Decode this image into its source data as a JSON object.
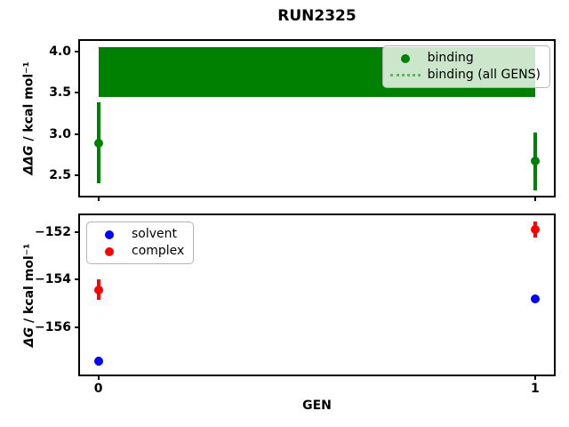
{
  "title": "RUN2325",
  "xlabel": "GEN",
  "chart_data": [
    {
      "type": "scatter",
      "panel": "binding",
      "ylabel": "ΔΔG / kcal mol⁻¹",
      "ylabel_math": "ΔΔG",
      "ylabel_rest": " / kcal mol⁻¹",
      "xlim": [
        -0.042,
        1.043
      ],
      "ylim": [
        2.25,
        4.13
      ],
      "ytick_values": [
        4.0,
        3.5,
        3.0,
        2.5
      ],
      "ytick_labels": [
        "4.0",
        "3.5",
        "3.0",
        "2.5"
      ],
      "xtick_values": [
        0,
        1
      ],
      "xtick_labels": null,
      "grid": false,
      "band": {
        "name": "binding (all GENS)",
        "x": [
          0,
          1
        ],
        "ymin": 3.45,
        "ymax": 4.05,
        "color": "#008000"
      },
      "series": [
        {
          "name": "binding",
          "color": "#008000",
          "x": [
            0,
            1
          ],
          "y": [
            2.89,
            2.67
          ],
          "yerr": [
            0.49,
            0.35
          ]
        }
      ],
      "legend": {
        "position": "upper-right",
        "entries": [
          {
            "label": "binding",
            "marker": "dot",
            "color": "#008000"
          },
          {
            "label": "binding (all GENS)",
            "marker": "dotted-line",
            "color": "#008000"
          }
        ]
      }
    },
    {
      "type": "scatter",
      "panel": "components",
      "ylabel": "ΔG / kcal mol⁻¹",
      "ylabel_math": "ΔG",
      "ylabel_rest": " / kcal mol⁻¹",
      "xlim": [
        -0.042,
        1.043
      ],
      "ylim": [
        -158.0,
        -151.3
      ],
      "ytick_values": [
        -152,
        -154,
        -156
      ],
      "ytick_labels": [
        "−152",
        "−154",
        "−156"
      ],
      "xtick_values": [
        0,
        1
      ],
      "xtick_labels": [
        "0",
        "1"
      ],
      "grid": false,
      "band": null,
      "series": [
        {
          "name": "solvent",
          "color": "#0000ff",
          "x": [
            0,
            1
          ],
          "y": [
            -157.45,
            -154.8
          ],
          "yerr": [
            0.18,
            0.1
          ]
        },
        {
          "name": "complex",
          "color": "#ff0000",
          "x": [
            0,
            1
          ],
          "y": [
            -154.43,
            -151.9
          ],
          "yerr": [
            0.43,
            0.33
          ]
        }
      ],
      "legend": {
        "position": "upper-left",
        "entries": [
          {
            "label": "solvent",
            "marker": "dot",
            "color": "#0000ff"
          },
          {
            "label": "complex",
            "marker": "dot",
            "color": "#ff0000"
          }
        ]
      }
    }
  ]
}
